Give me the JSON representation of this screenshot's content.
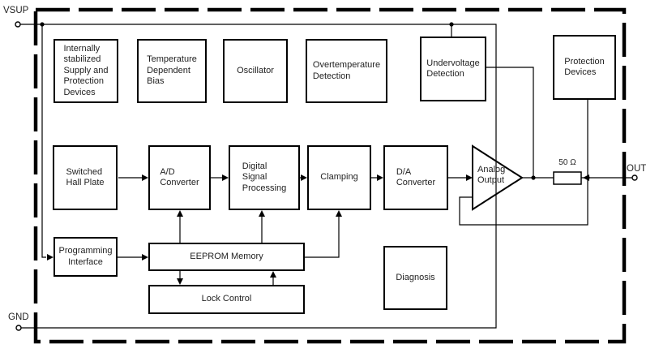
{
  "terminals": {
    "vsup": "VSUP",
    "gnd": "GND",
    "out": "OUT"
  },
  "resistor": {
    "label": "50 Ω"
  },
  "blocks": {
    "supply": {
      "label": "Internally\nstabilized\nSupply and\nProtection\nDevices"
    },
    "temperature_bias": {
      "label": "Temperature\nDependent\nBias"
    },
    "oscillator": {
      "label": "Oscillator"
    },
    "overtemperature": {
      "label": "Overtemperature\nDetection"
    },
    "undervoltage": {
      "label": "Undervoltage\nDetection"
    },
    "protection": {
      "label": "Protection\nDevices"
    },
    "hall_plate": {
      "label": "Switched\nHall Plate"
    },
    "adc": {
      "label": "A/D\nConverter"
    },
    "dsp": {
      "label": "Digital\nSignal\nProcessing"
    },
    "clamping": {
      "label": "Clamping"
    },
    "dac": {
      "label": "D/A\nConverter"
    },
    "analog_output": {
      "label": "Analog\nOutput"
    },
    "programming": {
      "label": "Programming\nInterface"
    },
    "eeprom": {
      "label": "EEPROM Memory"
    },
    "lock": {
      "label": "Lock Control"
    },
    "diagnosis": {
      "label": "Diagnosis"
    }
  },
  "colors": {
    "line": "#000000",
    "text": "#1f1f1f",
    "background": "#ffffff"
  }
}
